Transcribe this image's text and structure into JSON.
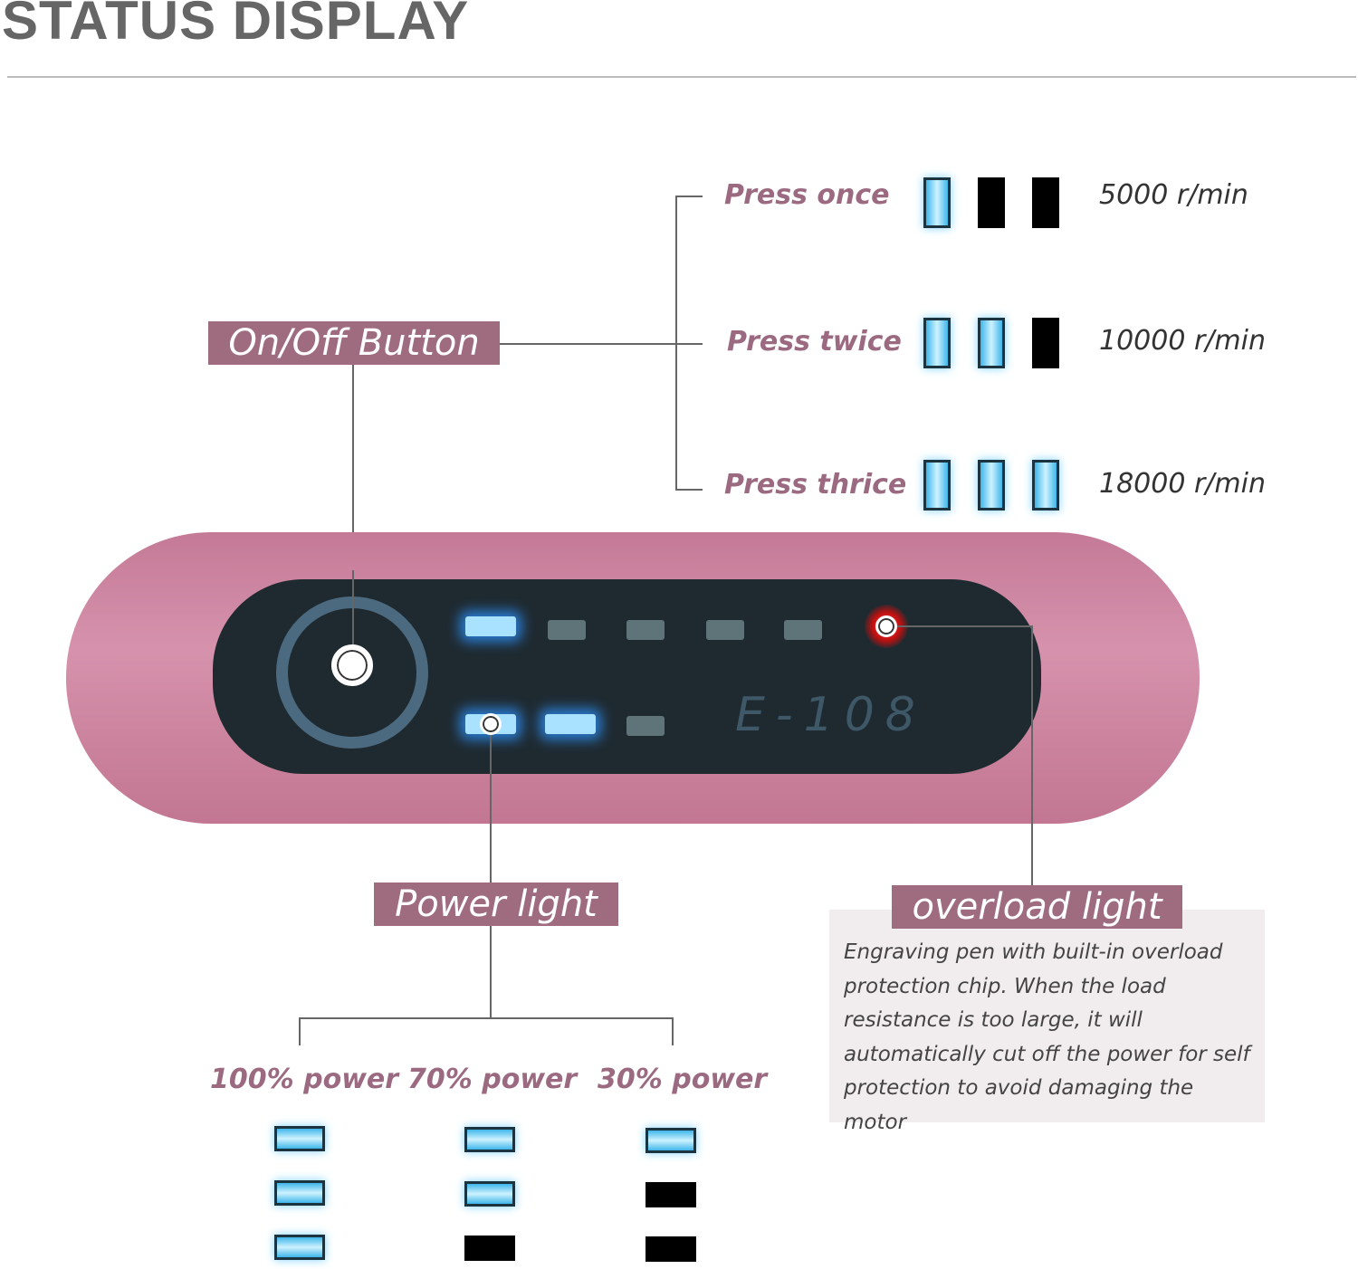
{
  "title": "STATUS DISPLAY",
  "speed_modes": [
    {
      "label": "Press once",
      "value": "5000 r/min",
      "leds": [
        true,
        false,
        false
      ]
    },
    {
      "label": "Press twice",
      "value": "10000 r/min",
      "leds": [
        true,
        true,
        false
      ]
    },
    {
      "label": "Press thrice",
      "value": "18000 r/min",
      "leds": [
        true,
        true,
        true
      ]
    }
  ],
  "labels": {
    "on_off": "On/Off Button",
    "power": "Power light",
    "overload": "overload light"
  },
  "device": {
    "model": "E-108"
  },
  "power_levels": [
    {
      "label": "100% power",
      "leds": [
        true,
        true,
        true
      ]
    },
    {
      "label": "70% power",
      "leds": [
        true,
        true,
        false
      ]
    },
    {
      "label": "30% power",
      "leds": [
        true,
        false,
        false
      ]
    }
  ],
  "overload_description": "Engraving pen with built-in overload protection chip. When the load resistance is too large, it will automatically cut off the power for self protection to avoid damaging the motor",
  "colors": {
    "label_bg": "#9e6b7f",
    "led_blue": "#3fb6ea",
    "led_red": "#ff2a2a",
    "device": "#c8849c"
  }
}
